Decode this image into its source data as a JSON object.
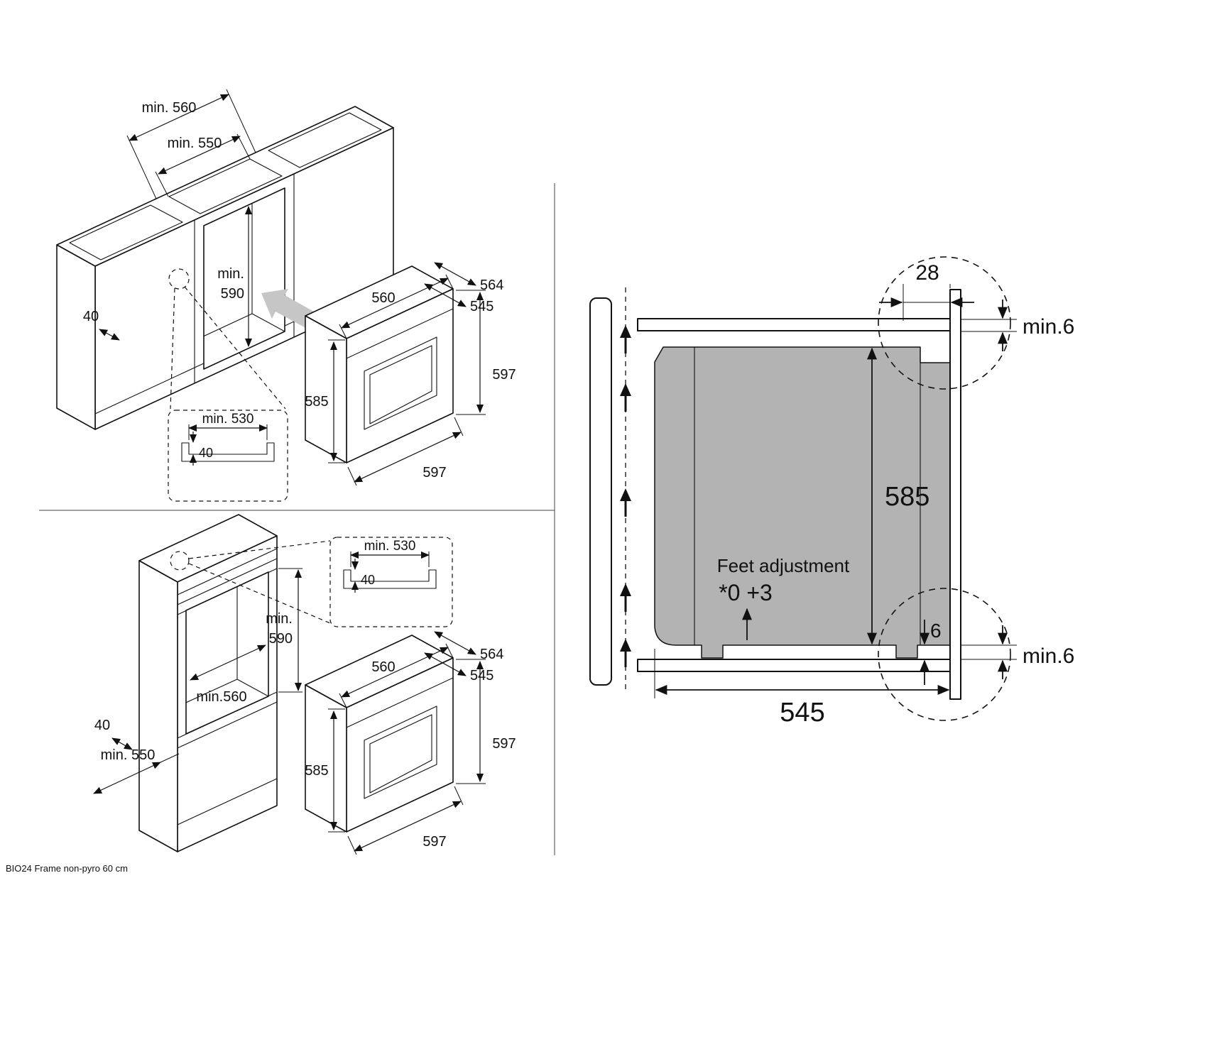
{
  "footer": {
    "label": "BIO24 Frame non-pyro 60 cm"
  },
  "colors": {
    "line": "#111111",
    "oven_section_fill": "#b3b3b3",
    "insertion_arrow_fill": "#c6c6c6",
    "background": "#ffffff"
  },
  "base_cabinet_view": {
    "niche_width": "min. 560",
    "inner_width": "min. 550",
    "niche_height_line1": "min.",
    "niche_height_line2": "590",
    "front_rail": "40",
    "detail_opening_width": "min. 530",
    "detail_rail_depth": "40"
  },
  "tall_cabinet_view": {
    "niche_width": "min.560",
    "niche_height_line1": "min.",
    "niche_height_line2": "590",
    "front_rail": "40",
    "cabinet_depth": "min. 550",
    "detail_opening_width": "min. 530",
    "detail_rail_depth": "40"
  },
  "oven_dimensions": {
    "total_depth": "564",
    "body_depth": "545",
    "body_width": "560",
    "body_height": "585",
    "front_height": "597",
    "front_width": "597"
  },
  "side_section_view": {
    "frame_overlap": "28",
    "top_clearance": "min.6",
    "body_height": "585",
    "feet_adjustment_label": "Feet adjustment",
    "feet_adjustment_range": "*0 +3",
    "bottom_offset": "6",
    "bottom_clearance": "min.6",
    "body_depth": "545"
  }
}
